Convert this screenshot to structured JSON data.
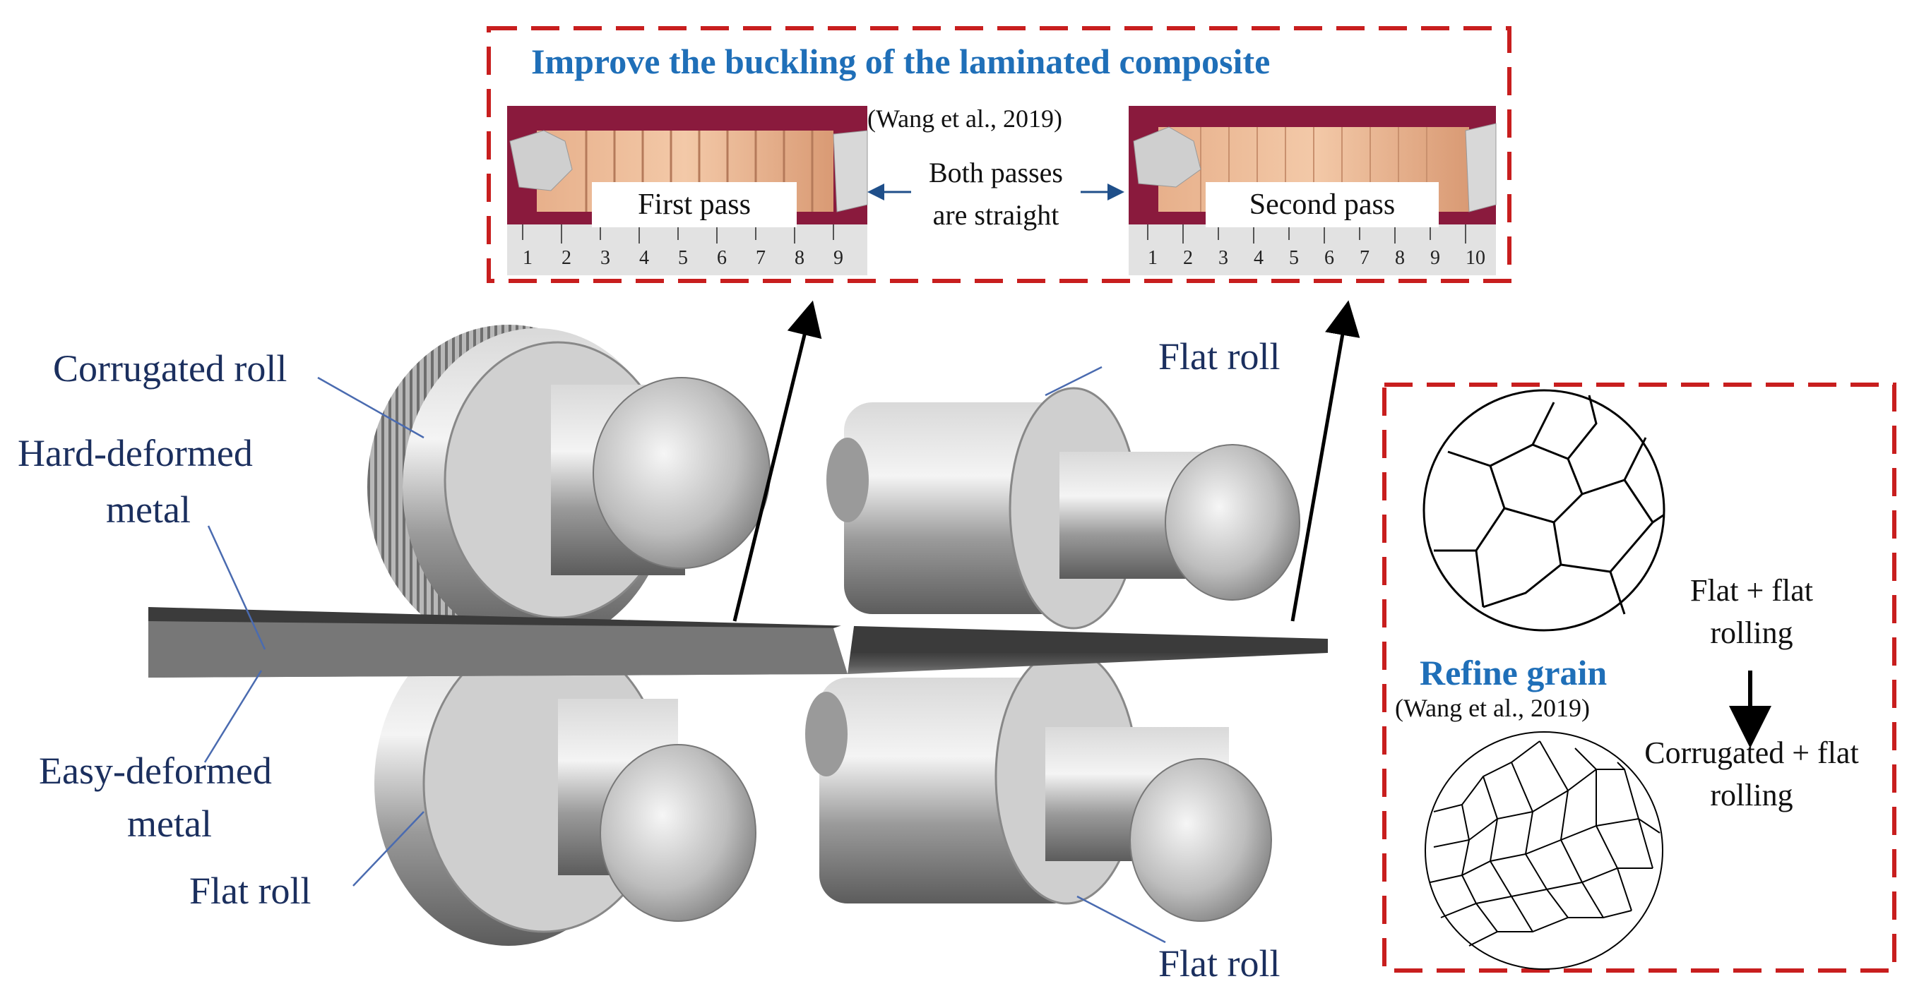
{
  "top_panel": {
    "title": "Improve the buckling of the laminated composite",
    "citation": "(Wang et al., 2019)",
    "first_pass_label": "First pass",
    "second_pass_label": "Second pass",
    "middle_note_line1": "Both passes",
    "middle_note_line2": "are straight",
    "ruler_left_ticks": [
      "1",
      "2",
      "3",
      "4",
      "5",
      "6",
      "7",
      "8",
      "9"
    ],
    "ruler_right_ticks": [
      "1",
      "2",
      "3",
      "4",
      "5",
      "6",
      "7",
      "8",
      "9",
      "10"
    ]
  },
  "rolls": {
    "corrugated_roll": "Corrugated roll",
    "flat_roll_top_right": "Flat roll",
    "flat_roll_bottom_left": "Flat roll",
    "flat_roll_bottom_right": "Flat roll",
    "hard_deformed_line1": "Hard-deformed",
    "hard_deformed_line2": "metal",
    "easy_deformed_line1": "Easy-deformed",
    "easy_deformed_line2": "metal"
  },
  "grain_panel": {
    "title": "Refine grain",
    "citation": "(Wang et al., 2019)",
    "flat_rolling_line1": "Flat + flat",
    "flat_rolling_line2": "rolling",
    "corrugated_rolling_line1": "Corrugated + flat",
    "corrugated_rolling_line2": "rolling"
  },
  "colors": {
    "dash_border": "#c81e1e",
    "title_blue": "#1f6fb8",
    "label_navy": "#1b2f5e",
    "specimen_bg": "#8a1a3d",
    "strip": "#4a4a4a"
  }
}
